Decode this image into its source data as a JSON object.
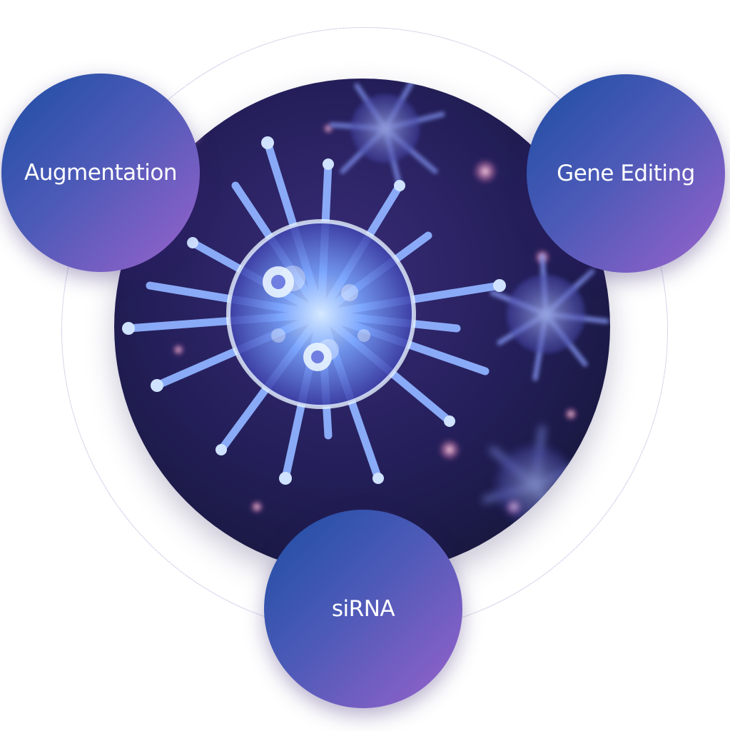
{
  "colors": {
    "node_gradient_start": "#1d4da3",
    "node_gradient_mid": "#4b5ab7",
    "node_gradient_end": "#9a62cc",
    "ring": "#a9acd6",
    "hero_background": "#1c1848"
  },
  "hero_image": {
    "icon": "virus-microscopy-image"
  },
  "nodes": [
    {
      "label": "Augmentation"
    },
    {
      "label": "Gene Editing"
    },
    {
      "label": "siRNA"
    }
  ]
}
